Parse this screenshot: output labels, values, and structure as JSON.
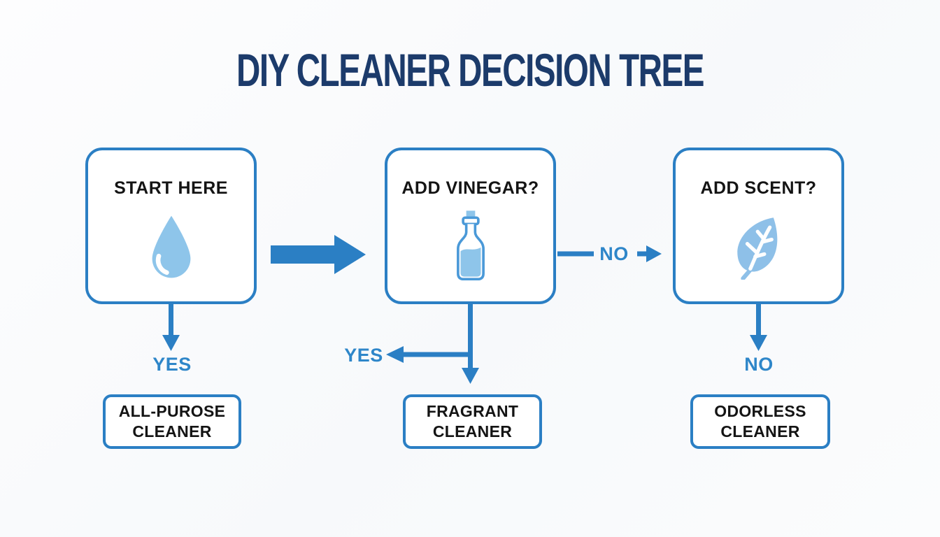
{
  "title": "DIY CLEANER DECISION TREE",
  "nodes": [
    {
      "label": "START HERE",
      "icon": "water-drop-icon"
    },
    {
      "label": "ADD VINEGAR?",
      "icon": "vinegar-bottle-icon"
    },
    {
      "label": "ADD SCENT?",
      "icon": "leaf-icon"
    }
  ],
  "edges": {
    "start_yes": {
      "label": "YES"
    },
    "vinegar_yes": {
      "label": "YES"
    },
    "vinegar_no": {
      "label": "NO"
    },
    "scent_no": {
      "label": "NO"
    }
  },
  "results": [
    {
      "line1": "ALL-PUROSE",
      "line2": "CLEANER"
    },
    {
      "line1": "FRAGRANT",
      "line2": "CLEANER"
    },
    {
      "line1": "ODORLESS",
      "line2": "CLEANER"
    }
  ],
  "colors": {
    "accent_blue": "#2b7fc4",
    "label_blue": "#2e86c9",
    "icon_light_blue": "#8ec5ea",
    "icon_stroke_blue": "#4a99d8",
    "title_navy": "#1c3b6b",
    "text_black": "#141414"
  }
}
